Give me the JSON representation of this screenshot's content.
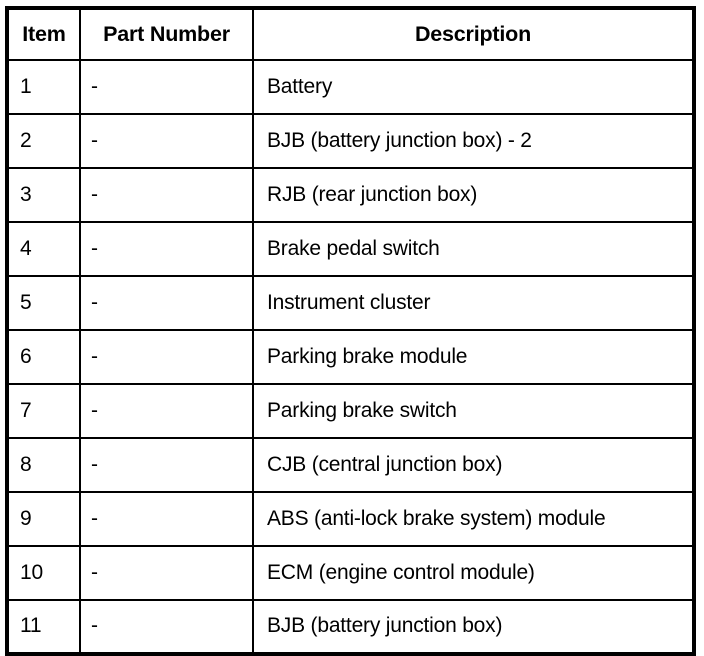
{
  "table": {
    "columns": [
      {
        "key": "item",
        "label": "Item"
      },
      {
        "key": "part_number",
        "label": "Part Number"
      },
      {
        "key": "description",
        "label": "Description"
      }
    ],
    "rows": [
      {
        "item": "1",
        "part_number": "-",
        "description": "Battery"
      },
      {
        "item": "2",
        "part_number": "-",
        "description": "BJB (battery junction box) - 2"
      },
      {
        "item": "3",
        "part_number": "-",
        "description": "RJB (rear junction box)"
      },
      {
        "item": "4",
        "part_number": "-",
        "description": "Brake pedal switch"
      },
      {
        "item": "5",
        "part_number": "-",
        "description": "Instrument cluster"
      },
      {
        "item": "6",
        "part_number": "-",
        "description": "Parking brake module"
      },
      {
        "item": "7",
        "part_number": "-",
        "description": "Parking brake switch"
      },
      {
        "item": "8",
        "part_number": "-",
        "description": "CJB (central junction box)"
      },
      {
        "item": "9",
        "part_number": "-",
        "description": "ABS (anti-lock brake system) module"
      },
      {
        "item": "10",
        "part_number": "-",
        "description": "ECM (engine control module)"
      },
      {
        "item": "11",
        "part_number": "-",
        "description": "BJB (battery junction box)"
      }
    ]
  },
  "colors": {
    "background": "#ffffff",
    "border": "#000000",
    "text": "#000000"
  }
}
